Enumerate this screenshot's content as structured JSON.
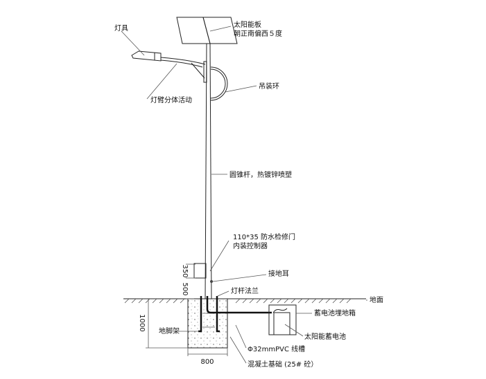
{
  "labels": {
    "lamp": "灯具",
    "solar_panel": "太阳能板",
    "panel_orientation": "朝正南偏西５度",
    "lifting_ring": "吊装环",
    "lamp_arm": "灯臂分体活动",
    "pole": "圆锥杆，热镀锌喷塑",
    "door_line1": "110*35 防水检修门",
    "door_line2": "内装控制器",
    "ground_lug": "接地耳",
    "flange": "灯杆法兰",
    "ground": "地面",
    "battery_box": "蓄电池埋地箱",
    "battery": "太阳能蓄电池",
    "conduit": "Φ32mmPVC 线槽",
    "foundation": "混凝土基础 (25# 砼）",
    "anchor": "地脚架"
  },
  "dimensions": {
    "door_height": "350",
    "door_offset": "500",
    "foundation_depth": "1000",
    "foundation_width": "800"
  }
}
